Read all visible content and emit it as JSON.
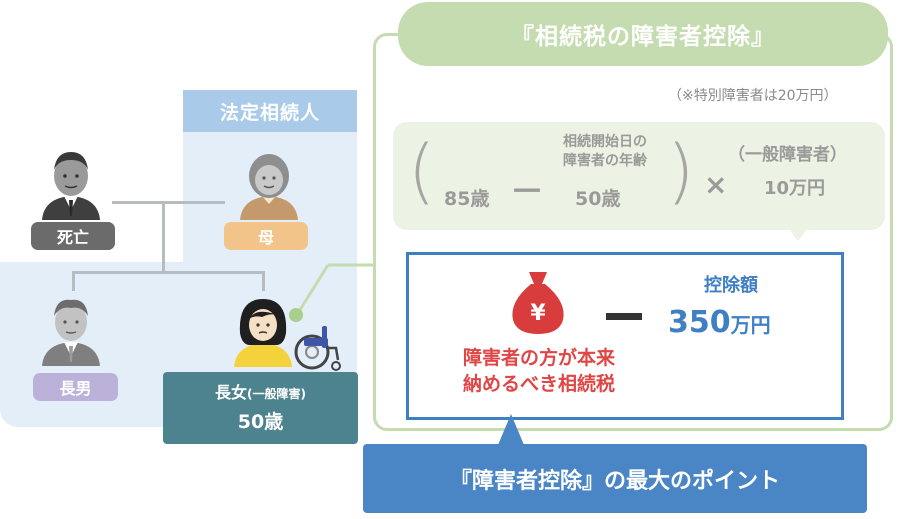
{
  "tree": {
    "heirs_label": "法定相続人",
    "deceased": "死亡",
    "mother": "母",
    "eldest_son": "長男",
    "daughter_label": "長女",
    "daughter_note": "(一般障害)",
    "daughter_age": "50歳"
  },
  "panel": {
    "title": "『相続税の障害者控除』",
    "note": "（※特別障害者は20万円）",
    "formula": {
      "age_limit": "85歳",
      "minus": "－",
      "age_caption_line1": "相続開始日の",
      "age_caption_line2": "障害者の年齢",
      "age_value": "50歳",
      "times": "×",
      "category": "（一般障害者）",
      "unit_amount": "10万円"
    },
    "result": {
      "yen_symbol": "¥",
      "tax_line1": "障害者の方が本来",
      "tax_line2": "納めるべき相続税",
      "minus": "－",
      "deduction_label": "控除額",
      "deduction_number": "350",
      "deduction_unit": "万円"
    }
  },
  "point": "『障害者控除』の最大のポイント",
  "colors": {
    "heir_bg": "#e3eef8",
    "heir_title": "#a9cbe9",
    "panel_green": "#c5dbb0",
    "bubble_green": "#ecf3e4",
    "blue": "#3f7fc3",
    "red": "#e04646",
    "teal": "#4d838f"
  }
}
